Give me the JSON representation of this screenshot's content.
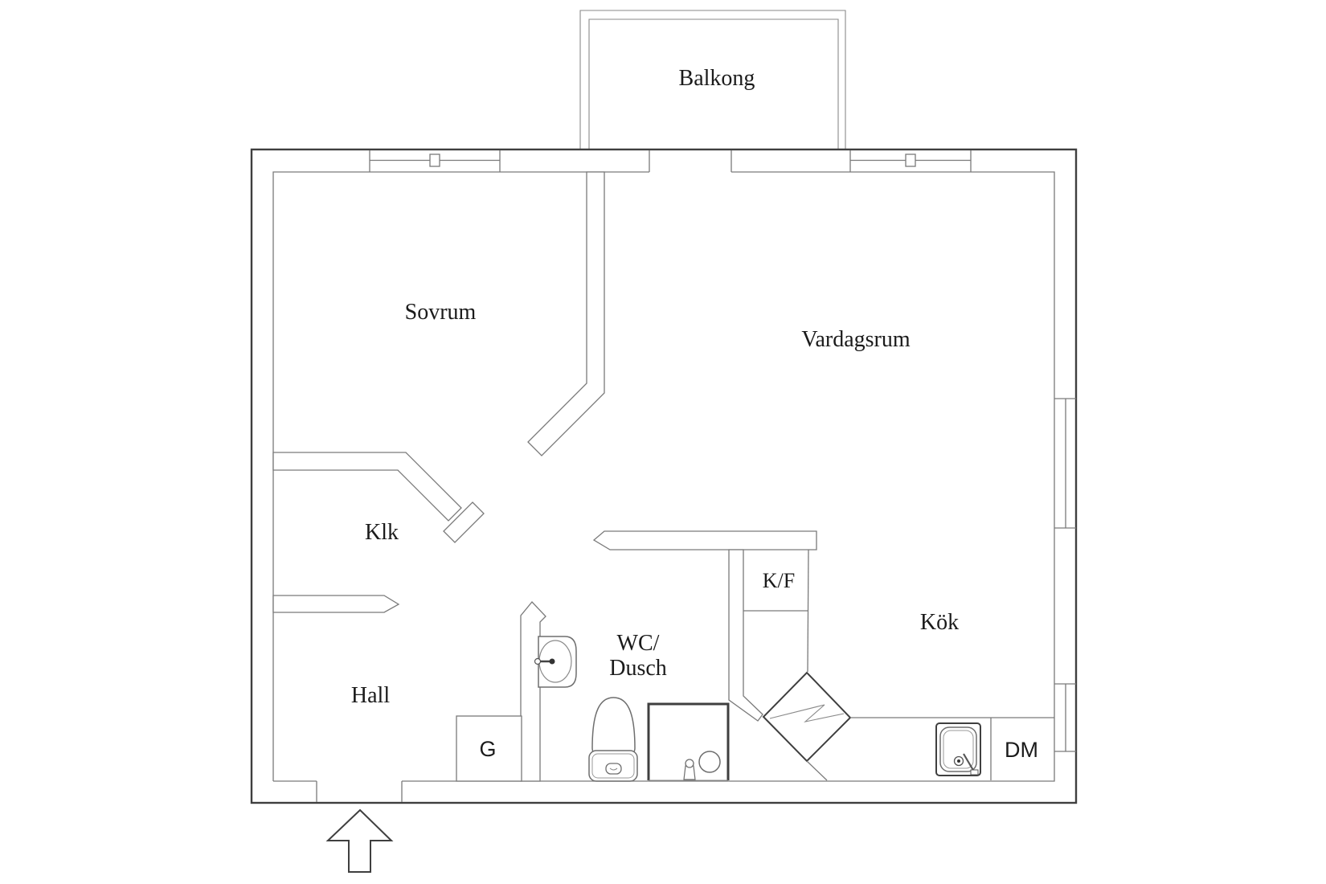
{
  "floor_plan": {
    "labels": {
      "balcony": "Balkong",
      "bedroom": "Sovrum",
      "living_room": "Vardagsrum",
      "closet": "Klk",
      "hall": "Hall",
      "wc_line1": "WC/",
      "wc_line2": "Dusch",
      "fridge_freezer": "K/F",
      "kitchen": "Kök",
      "wardrobe": "G",
      "dishwasher": "DM"
    },
    "colors": {
      "background": "#ffffff",
      "outer_wall_line": "#3f3f3f",
      "inner_line": "#7a7a7a",
      "text": "#1b1b1b"
    }
  }
}
